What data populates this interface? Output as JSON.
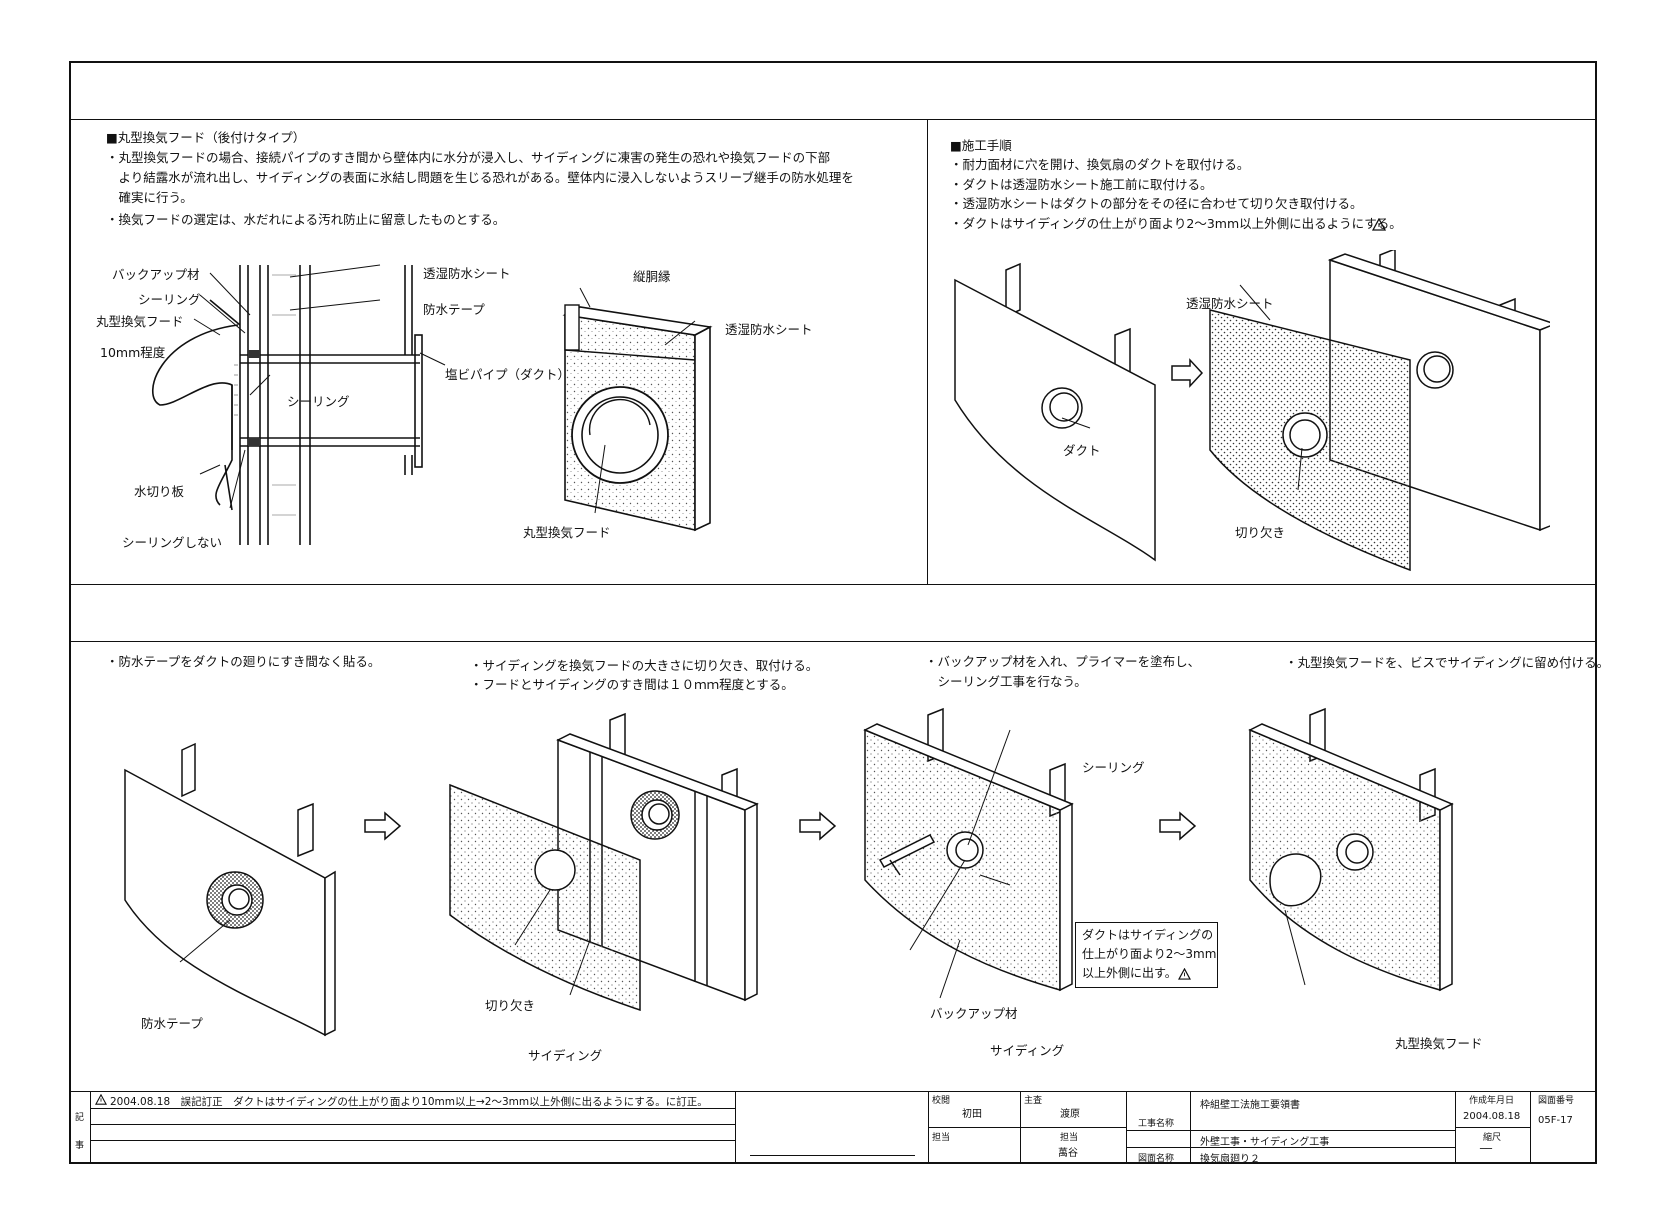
{
  "sec1": {
    "title": "■丸型換気フード（後付けタイプ）",
    "lines": [
      "・丸型換気フードの場合、接続パイプのすき間から壁体内に水分が浸入し、サイディングに凍害の発生の恐れや換気フードの下部",
      "　より結露水が流れ出し、サイディングの表面に氷結し問題を生じる恐れがある。壁体内に浸入しないようスリーブ継手の防水処理を",
      "　確実に行う。",
      "・換気フードの選定は、水だれによる汚れ防止に留意したものとする。"
    ],
    "labels": {
      "backup": "バックアップ材",
      "sealing1": "シーリング",
      "hood": "丸型換気フード",
      "gap": "10mm程度",
      "sealing2": "シーリング",
      "drip": "水切り板",
      "nosealing": "シーリングしない",
      "sheet": "透湿防水シート",
      "tape": "防水テープ",
      "pipe": "塩ビパイプ（ダクト）",
      "furring": "縦胴縁",
      "sheet2": "透湿防水シート",
      "hood2": "丸型換気フード"
    }
  },
  "sec2": {
    "title": "■施工手順",
    "lines": [
      "・耐力面材に穴を開け、換気扇のダクトを取付ける。",
      "・ダクトは透湿防水シート施工前に取付ける。",
      "・透湿防水シートはダクトの部分をその径に合わせて切り欠き取付ける。",
      "・ダクトはサイディングの仕上がり面より2～3mm以上外側に出るようにする。"
    ],
    "labels": {
      "duct": "ダクト",
      "sheet": "透湿防水シート",
      "notch": "切り欠き"
    }
  },
  "steps": {
    "s1": {
      "text": [
        "・防水テープをダクトの廻りにすき間なく貼る。"
      ],
      "label": "防水テープ"
    },
    "s2": {
      "text": [
        "・サイディングを換気フードの大きさに切り欠き、取付ける。",
        "・フードとサイディングのすき間は１０ｍｍ程度とする。"
      ],
      "notch": "切り欠き",
      "siding": "サイディング"
    },
    "s3": {
      "text": [
        "・バックアップ材を入れ、プライマーを塗布し、",
        "　シーリング工事を行なう。"
      ],
      "sealing": "シーリング",
      "backup": "バックアップ材",
      "siding": "サイディング",
      "note": [
        "ダクトはサイディングの",
        "仕上がり面より2～3mm",
        "以上外側に出す。"
      ]
    },
    "s4": {
      "text": [
        "・丸型換気フードを、ビスでサイディングに留め付ける。"
      ],
      "hood": "丸型換気フード"
    }
  },
  "title_block": {
    "revision": "2004.08.18　誤記訂正　ダクトはサイディングの仕上がり面より10mm以上→2～3mm以上外側に出るようにする。に訂正。",
    "rev_label_1": "記",
    "rev_label_2": "事",
    "check_label": "校閲",
    "check_name": "初田",
    "lead_label": "主査",
    "lead_name": "渡原",
    "charge_label": "担当",
    "charge_label2": "担当",
    "charge_name": "萬谷",
    "project_label": "工事名称",
    "drawing_label": "図面名称",
    "project1": "枠組壁工法施工要領書",
    "project2": "外壁工事・サイディング工事",
    "drawing_name": "換気扇廻り２",
    "date_label": "作成年月日",
    "date": "2004.08.18",
    "scale_label": "縮尺",
    "scale": "──",
    "number_label": "図面番号",
    "number": "05F-17"
  }
}
